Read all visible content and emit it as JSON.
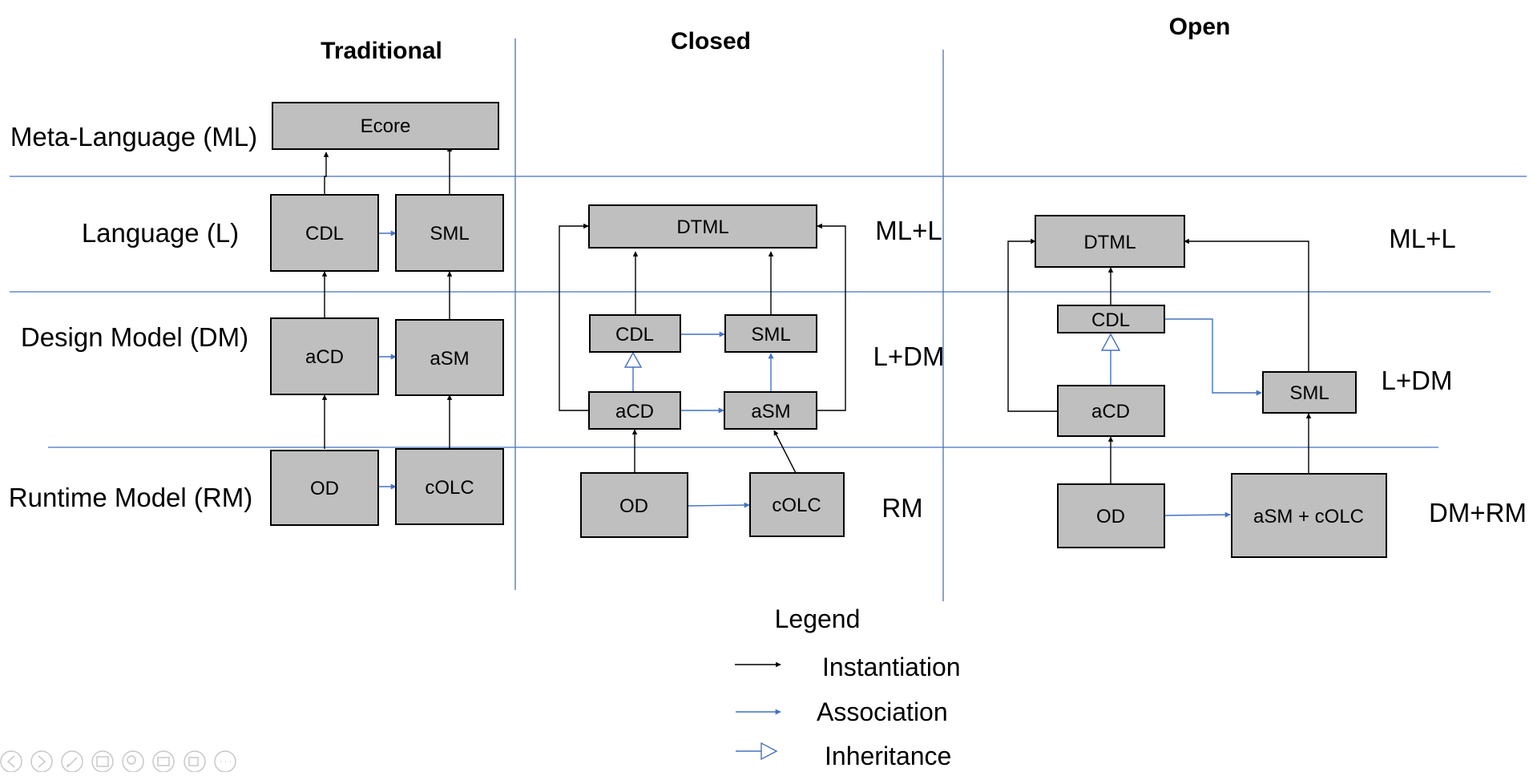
{
  "columns": {
    "traditional": "Traditional",
    "closed": "Closed",
    "open": "Open"
  },
  "rows": {
    "ml": "Meta-Language (ML)",
    "l": "Language (L)",
    "dm": "Design Model (DM)",
    "rm": "Runtime Model (RM)"
  },
  "traditional": {
    "ecore": "Ecore",
    "cdl": "CDL",
    "sml": "SML",
    "acd": "aCD",
    "asm": "aSM",
    "od": "OD",
    "colc": "cOLC"
  },
  "closed": {
    "dtml": "DTML",
    "cdl": "CDL",
    "sml": "SML",
    "acd": "aCD",
    "asm": "aSM",
    "od": "OD",
    "colc": "cOLC",
    "level_ml_l": "ML+L",
    "level_l_dm": "L+DM",
    "level_rm": "RM"
  },
  "open": {
    "dtml": "DTML",
    "cdl": "CDL",
    "sml": "SML",
    "acd": "aCD",
    "od": "OD",
    "asm_colc": "aSM + cOLC",
    "level_ml_l": "ML+L",
    "level_l_dm": "L+DM",
    "level_dm_rm": "DM+RM"
  },
  "legend": {
    "title": "Legend",
    "instantiation": "Instantiation",
    "association": "Association",
    "inheritance": "Inheritance"
  },
  "colors": {
    "box_fill": "#bfbfbf",
    "association": "#4472c4",
    "instantiation": "#000000",
    "grid": "#4472c4"
  }
}
